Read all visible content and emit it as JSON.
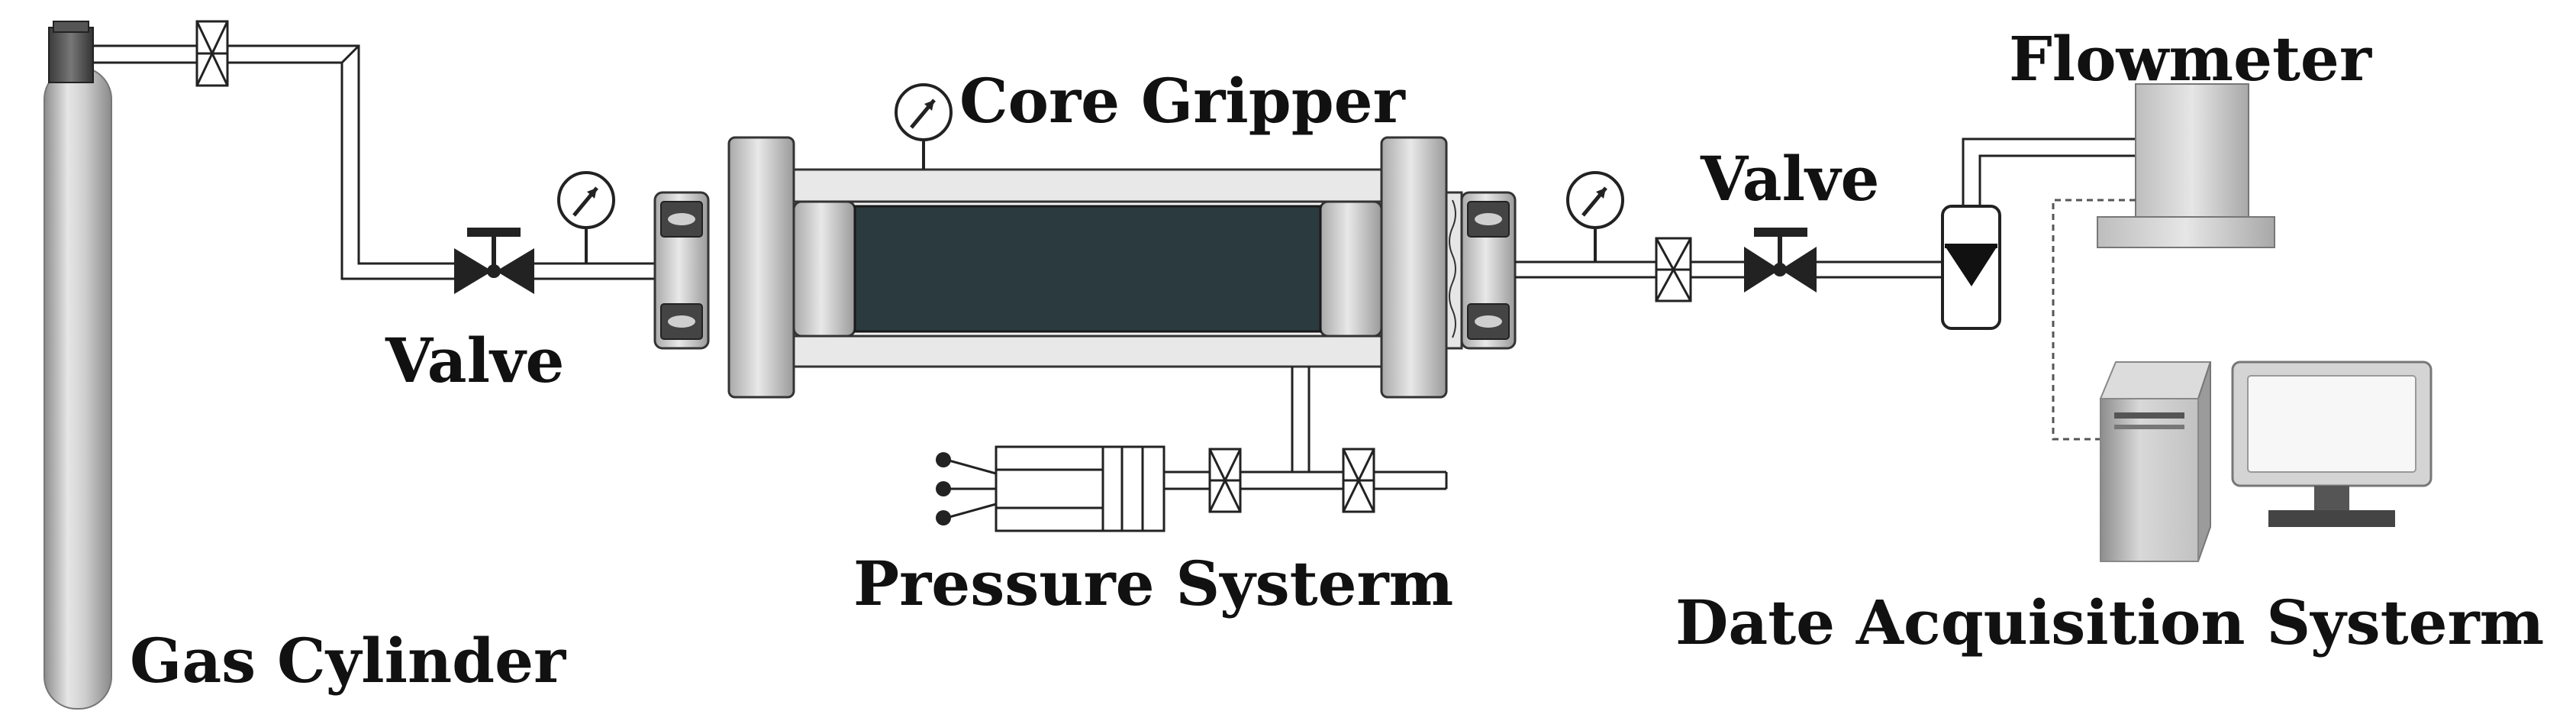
{
  "labels": {
    "gas_cylinder": "Gas Cylinder",
    "valve_left": "Valve",
    "core_gripper": "Core Gripper",
    "valve_right": "Valve",
    "flowmeter": "Flowmeter",
    "pressure_system": "Pressure Systerm",
    "data_acquisition": "Date Acquisition Systerm"
  },
  "colors": {
    "line": "#222222",
    "core": "#2b3a3e",
    "metal_light": "#e2e2e2",
    "metal_mid": "#b9b9b9",
    "metal_dark": "#8a8a8a"
  }
}
